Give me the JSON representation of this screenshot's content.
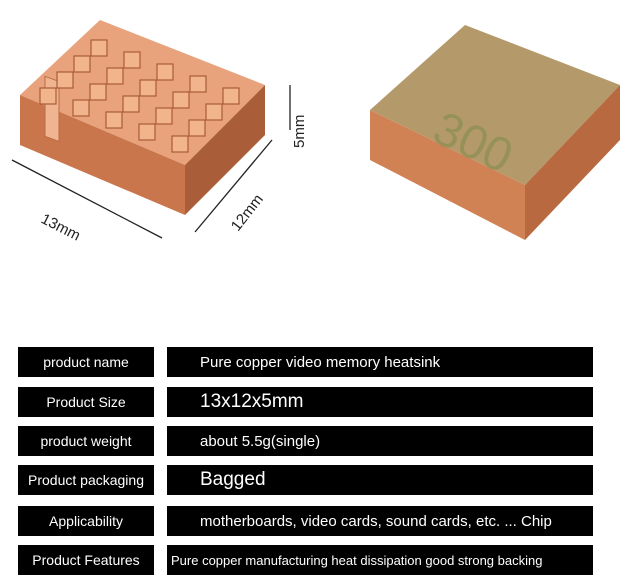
{
  "dimensions": {
    "length": "13mm",
    "width": "12mm",
    "height": "5mm"
  },
  "back_print": "300",
  "specs": [
    {
      "label": "product name",
      "value": "Pure copper video memory heatsink"
    },
    {
      "label": "Product Size",
      "value": "13x12x5mm"
    },
    {
      "label": "product weight",
      "value": "about 5.5g(single)"
    },
    {
      "label": "Product packaging",
      "value": "Bagged"
    },
    {
      "label": "Applicability",
      "value": "motherboards, video cards, sound cards, etc. ... Chip"
    },
    {
      "label": "Product Features",
      "value": "Pure copper manufacturing heat dissipation good strong backing"
    }
  ],
  "colors": {
    "copper": "#d98a5e",
    "copper_dark": "#b0603a",
    "pad": "#b49a6a",
    "cell": "#000000"
  }
}
